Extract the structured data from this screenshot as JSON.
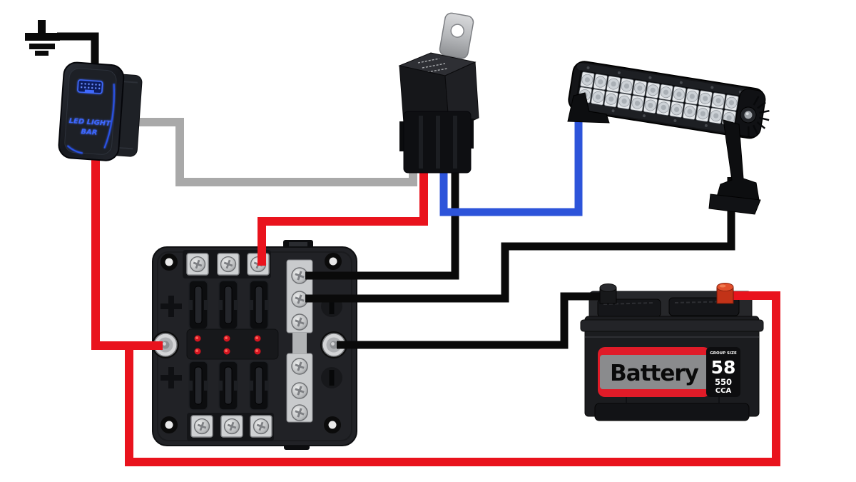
{
  "colors": {
    "wire_red": "#e9131d",
    "wire_black": "#0a0a0a",
    "wire_gray": "#a9a9a9",
    "wire_blue": "#2d54da",
    "switch_blue": "#3e68ff",
    "battery_label_red": "#e01b28",
    "fuse_led_red": "#d31520"
  },
  "components": {
    "ground_symbol": {
      "name": "chassis-ground"
    },
    "rocker_switch": {
      "label_line1": "LED LIGHT",
      "label_line2": "BAR"
    },
    "relay": {
      "name": "12V automotive relay"
    },
    "led_light_bar": {
      "name": "dual-row LED light bar",
      "led_rows": 2,
      "leds_per_row": 12
    },
    "fuse_block": {
      "name": "6-way fuse block",
      "indicator_led_count": 6
    },
    "battery": {
      "brand": "Battery",
      "group_size_label": "GROUP SIZE",
      "group_size_value": "58",
      "cca_value": "550",
      "cca_label": "CCA"
    }
  },
  "wires": [
    {
      "id": "ground-to-switch",
      "color_name": "black",
      "color": "#0a0a0a",
      "from": "chassis ground",
      "to": "rocker switch"
    },
    {
      "id": "switch-to-relay",
      "color_name": "gray",
      "color": "#a9a9a9",
      "from": "rocker switch",
      "to": "relay trigger"
    },
    {
      "id": "switch-to-fuse-stud",
      "color_name": "red",
      "color": "#e9131d",
      "from": "rocker switch",
      "to": "fuse block positive stud"
    },
    {
      "id": "relay-to-fuse-terminal",
      "color_name": "red",
      "color": "#e9131d",
      "from": "relay",
      "to": "fuse block top terminal"
    },
    {
      "id": "relay-to-fuse-ground",
      "color_name": "black",
      "color": "#0a0a0a",
      "from": "relay",
      "to": "fuse block ground bus"
    },
    {
      "id": "relay-to-light-bar",
      "color_name": "blue",
      "color": "#2d54da",
      "from": "relay",
      "to": "LED light bar"
    },
    {
      "id": "light-bar-to-fuse-ground",
      "color_name": "black",
      "color": "#0a0a0a",
      "from": "LED light bar",
      "to": "fuse block ground bus"
    },
    {
      "id": "battery-negative-to-fuse-stud",
      "color_name": "black",
      "color": "#0a0a0a",
      "from": "battery negative terminal",
      "to": "fuse block ground stud"
    },
    {
      "id": "battery-positive-to-fuse-stud",
      "color_name": "red",
      "color": "#e9131d",
      "from": "battery positive terminal",
      "to": "fuse block positive stud"
    }
  ]
}
